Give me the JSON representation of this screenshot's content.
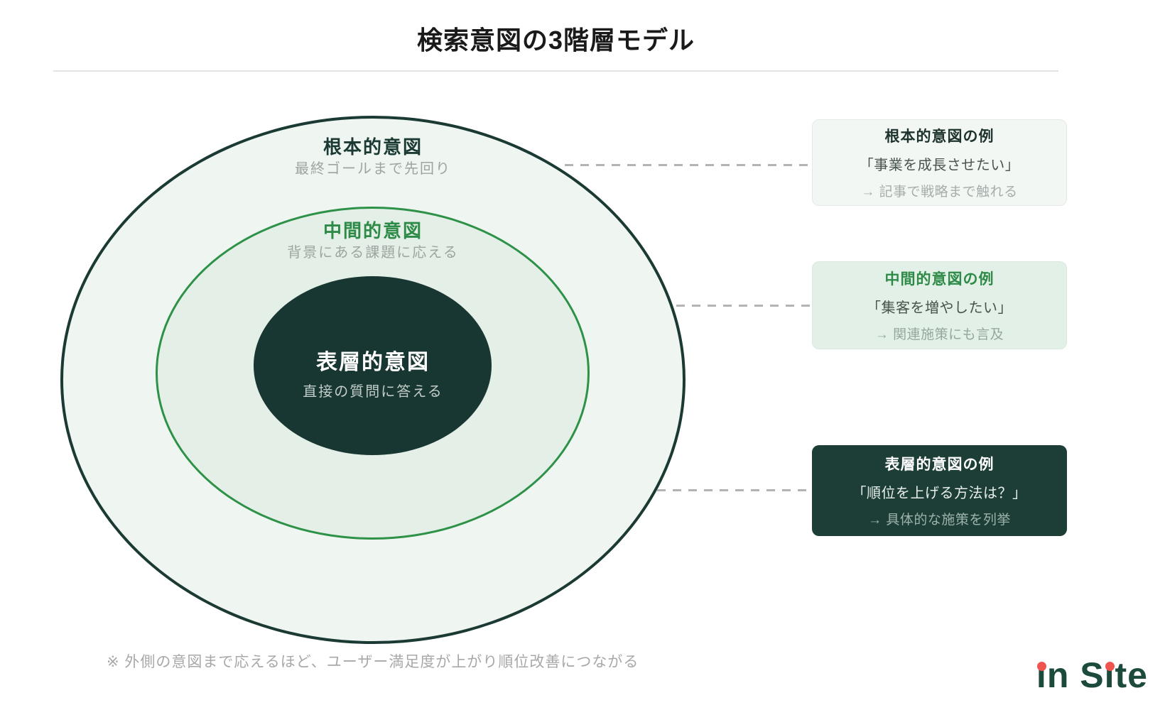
{
  "title": "検索意図の3階層モデル",
  "rings": [
    {
      "label": "根本的意図",
      "desc": "最終ゴールまで先回り"
    },
    {
      "label": "中間的意図",
      "desc": "背景にある課題に応える"
    },
    {
      "label": "表層的意図",
      "desc": "直接の質問に答える"
    }
  ],
  "examples": [
    {
      "title": "根本的意図の例",
      "quote": "「事業を成長させたい」",
      "action": "→ 記事で戦略まで触れる"
    },
    {
      "title": "中間的意図の例",
      "quote": "「集客を増やしたい」",
      "action": "→ 関連施策にも言及"
    },
    {
      "title": "表層的意図の例",
      "quote": "「順位を上げる方法は？」",
      "action": "→ 具体的な施策を列挙"
    }
  ],
  "footnote": "※ 外側の意図まで応えるほど、ユーザー満足度が上がり順位改善につながる",
  "logo": {
    "name": "in Site",
    "seg_i1": "ı",
    "seg_mid": "n S",
    "seg_i2": "ı",
    "seg_tail": "te"
  },
  "colors": {
    "outer_border": "#1b3a33",
    "outer_fill": "#eff5f1",
    "middle_border": "#2e9148",
    "middle_fill": "#e4f0e7",
    "inner_fill": "#193732",
    "green_text": "#2e8b47",
    "dark_card_bg": "#1c3e37",
    "dashed_line": "#b3b3b3",
    "logo_green": "#1c4a3c",
    "logo_dot_red": "#f0544f"
  }
}
